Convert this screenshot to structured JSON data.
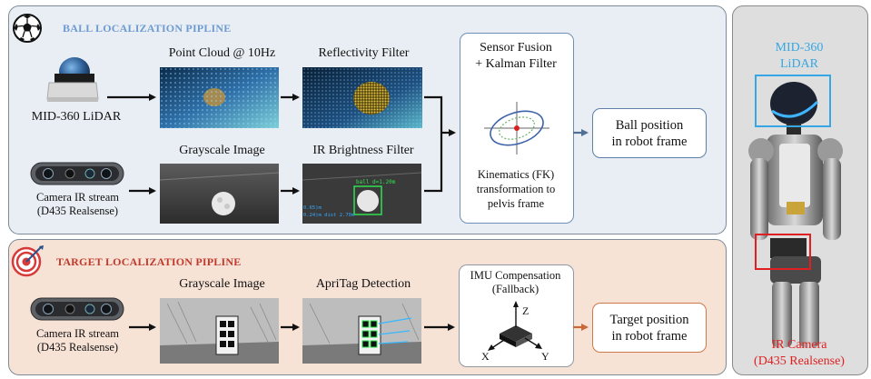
{
  "ball": {
    "title": "BALL LOCALIZATION PIPLINE",
    "lidar_label": "MID-360 LiDAR",
    "camera_label_1": "Camera IR stream",
    "camera_label_2": "(D435 Realsense)",
    "point_cloud_title": "Point Cloud @ 10Hz",
    "reflectivity_title": "Reflectivity Filter",
    "grayscale_title": "Grayscale Image",
    "ir_filter_title": "IR Brightness Filter",
    "detection_text_1": "ball d=1.20m",
    "detection_text_2": "0.65)m",
    "detection_text_3": "0.24)m dist 2.70m",
    "fusion_title_1": "Sensor Fusion",
    "fusion_title_2": "+ Kalman Filter",
    "fusion_note_1": "Kinematics (FK)",
    "fusion_note_2": "transformation to",
    "fusion_note_3": "pelvis frame",
    "output_1": "Ball position",
    "output_2": "in robot frame"
  },
  "target": {
    "title": "TARGET LOCALIZATION PIPLINE",
    "camera_label_1": "Camera IR stream",
    "camera_label_2": "(D435 Realsense)",
    "grayscale_title": "Grayscale Image",
    "apriltag_title": "ApriTag Detection",
    "imu_title_1": "IMU Compensation",
    "imu_title_2": "(Fallback)",
    "axis_z": "Z",
    "axis_x": "X",
    "axis_y": "Y",
    "output_1": "Target position",
    "output_2": "in robot frame"
  },
  "robot": {
    "lidar_label_1": "MID-360",
    "lidar_label_2": "LiDAR",
    "camera_label_1": "IR Camera",
    "camera_label_2": "(D435 Realsense)"
  },
  "colors": {
    "ball_title": "#6d9bd1",
    "target_title": "#c0392b",
    "ball_arrow": "#4f6f95",
    "target_arrow": "#c9693a",
    "lidar_box": "#35a7e4",
    "camera_box": "#e02020"
  }
}
